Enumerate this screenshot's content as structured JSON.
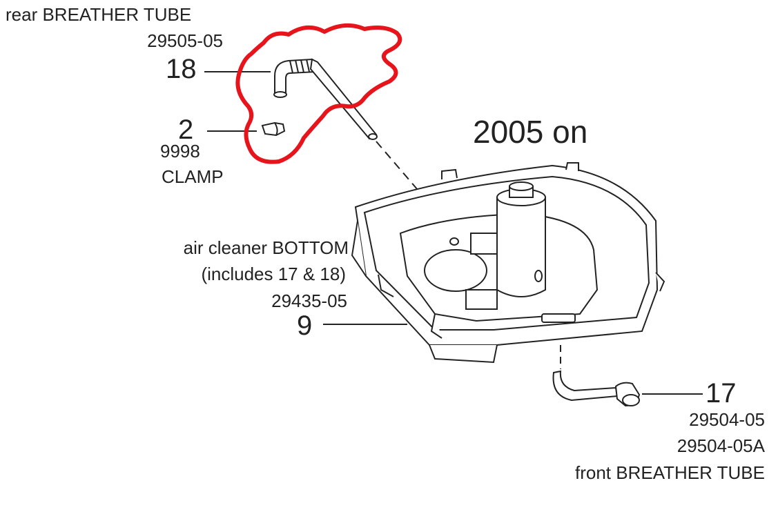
{
  "title": "2005 on",
  "parts": {
    "rear_breather": {
      "name": "rear BREATHER TUBE",
      "part_number": "29505-05",
      "callout": "18"
    },
    "clamp": {
      "callout": "2",
      "part_number": "9998",
      "name": "CLAMP"
    },
    "air_cleaner_bottom": {
      "name": "air cleaner BOTTOM",
      "note": "(includes 17 & 18)",
      "part_number": "29435-05",
      "callout": "9"
    },
    "front_breather": {
      "callout": "17",
      "part_numbers": [
        "29504-05",
        "29504-05A"
      ],
      "name": "front BREATHER TUBE"
    }
  },
  "colors": {
    "highlight": "#e8141b",
    "line": "#222222"
  }
}
